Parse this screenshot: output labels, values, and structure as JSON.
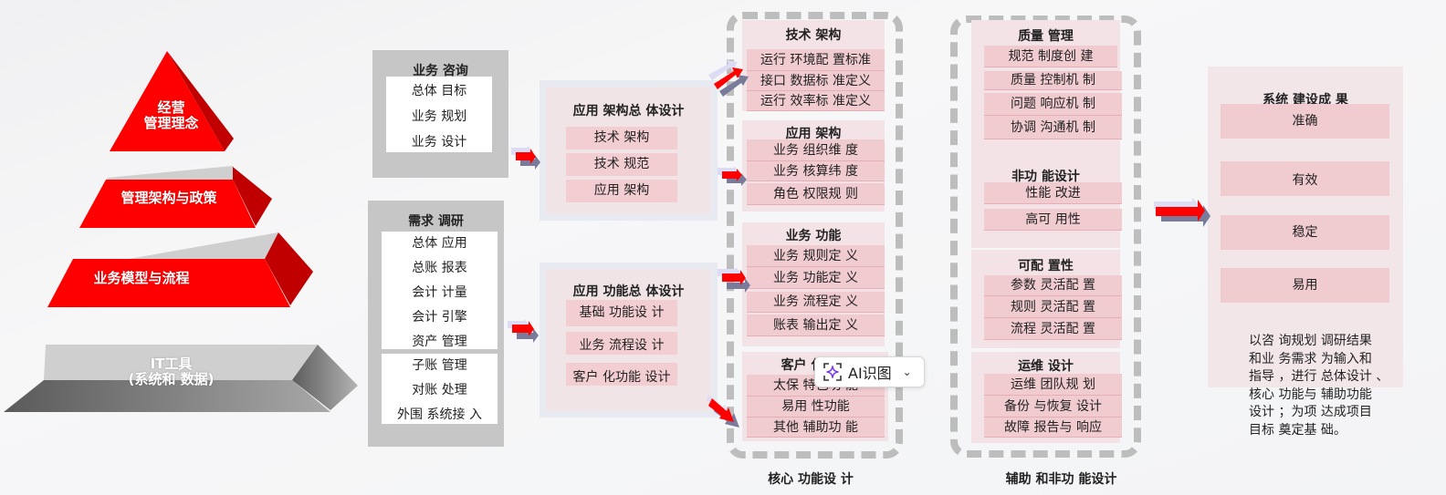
{
  "pyramid": {
    "levels": [
      {
        "label_lines": [
          "经营",
          "管理理念"
        ],
        "color": "#ff0000"
      },
      {
        "label_lines": [
          "管理架构与政策"
        ],
        "color": "#ff0000"
      },
      {
        "label_lines": [
          "业务模型与流程"
        ],
        "color": "#ff0000"
      },
      {
        "label_lines": [
          "IT工具",
          "(系统和 数据)"
        ],
        "color": "#7a7a7a"
      }
    ]
  },
  "consulting": {
    "title": "业务 咨询",
    "items": [
      "总体 目标",
      "业务 规划",
      "业务 设计"
    ]
  },
  "research": {
    "title": "需求 调研",
    "items_group1": [
      "总体 应用",
      "总账 报表",
      "会计 计量",
      "会计 引擎",
      "资产 管理"
    ],
    "items_group2": [
      "子账 管理",
      "对账 处理",
      "外围 系统接 入"
    ]
  },
  "arch_design": {
    "title": "应用 架构总 体设计",
    "items": [
      "技术 架构",
      "技术 规范",
      "应用 架构"
    ]
  },
  "func_design": {
    "title": "应用 功能总 体设计",
    "items": [
      "基础 功能设 计",
      "业务 流程设 计",
      "客户 化功能 设计"
    ]
  },
  "core": {
    "footer": "核心 功能设 计",
    "sections": [
      {
        "title": "技术 架构",
        "items": [
          "运行 环境配 置标准",
          "接口 数据标 准定义",
          "运行 效率标 准定义"
        ]
      },
      {
        "title": "应用 架构",
        "items": [
          "业务 组织维 度",
          "业务 核算纬 度",
          "角色 权限规 则"
        ]
      },
      {
        "title": "业务 功能",
        "items": [
          "业务 规则定 义",
          "业务 功能定 义",
          "业务 流程定 义",
          "账表 输出定 义"
        ]
      },
      {
        "title": "客户 化功能",
        "items": [
          "太保 特色功 能",
          "易用 性功能",
          "其他 辅助功 能"
        ]
      }
    ]
  },
  "aux": {
    "footer": "辅助 和非功 能设计",
    "sections": [
      {
        "title": "质量 管理",
        "items": [
          "规范 制度创 建",
          "质量 控制机 制",
          "问题 响应机 制",
          "协调 沟通机 制"
        ]
      },
      {
        "title": "非功 能设计",
        "items": [
          "性能 改进",
          "高可 用性"
        ]
      },
      {
        "title": "可配 置性",
        "items": [
          "参数 灵活配 置",
          "规则 灵活配 置",
          "流程 灵活配 置"
        ]
      },
      {
        "title": "运维 设计",
        "items": [
          "运维 团队规 划",
          "备份 与恢复 设计",
          "故障 报告与 响应"
        ]
      }
    ]
  },
  "result": {
    "title": "系统 建设成 果",
    "items": [
      "准确",
      "有效",
      "稳定",
      "易用"
    ],
    "description_lines": [
      "以咨 询规划 调研结果",
      "和业 务需求 为输入和",
      "指导 ，进行 总体设计 、",
      "核心 功能与 辅助功能",
      "设计 ；为项 达成项目",
      "目标 奠定基 础。"
    ]
  },
  "ai_chip": {
    "label": "AI识图",
    "icon": "sparkle-scan-icon",
    "accent": "#7b3ff2"
  },
  "colors": {
    "red": "#ff0000",
    "dark_red": "#c00000",
    "gray_box": "#c6c6c6",
    "pink": "#f0cbd0",
    "dash": "#bdbdbd"
  }
}
